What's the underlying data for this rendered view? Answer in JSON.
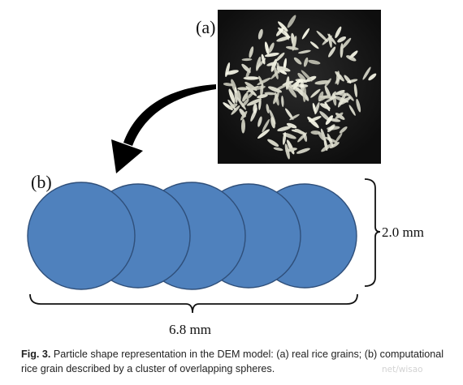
{
  "figure": {
    "label_a": "(a)",
    "label_b": "(b)",
    "height_dimension": "2.0 mm",
    "width_dimension": "6.8 mm",
    "sphere_count": 5,
    "sphere_fill": "#4f81bd",
    "sphere_stroke": "#2f4f7a",
    "photo_description_icon": "rice-grains-photo"
  },
  "caption": {
    "label": "Fig. 3.",
    "text": " Particle shape representation in the DEM model: (a) real rice grains; (b) computational rice grain described by a cluster of overlapping spheres."
  },
  "watermark": {
    "text": "net/wisao"
  }
}
